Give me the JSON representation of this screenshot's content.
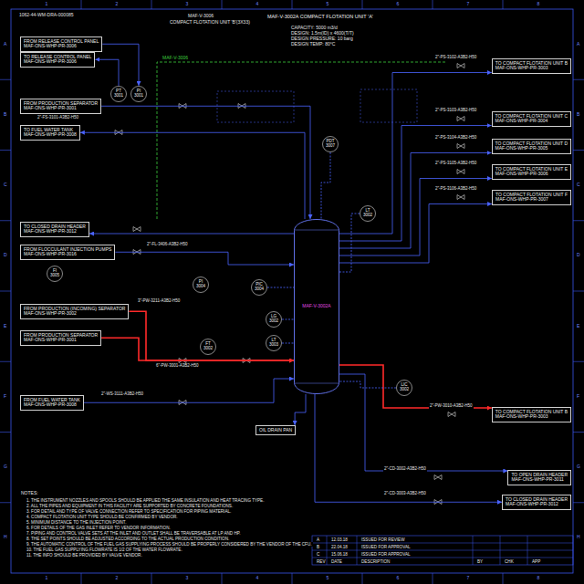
{
  "diagram": {
    "title": "MAF-V-3002A COMPACT FLOTATION UNIT 'A'",
    "nodes": [
      {
        "text": [
          "FROM RELEASE CONTROL PANEL",
          "MAF-ONS-WHP-PR-3006"
        ]
      },
      {
        "text": [
          "TO RELEASE CONTROL PANEL",
          "MAF-ONS-WHP-PR-3006"
        ]
      },
      {
        "text": [
          "FROM PRODUCTION SEPARATOR",
          "MAF-ONS-WHP-PR-3001"
        ]
      },
      {
        "text": [
          "TO FUEL WATER TANK",
          "MAF-ONS-WHP-PR-3008"
        ]
      },
      {
        "text": [
          "TO CLOSED DRAIN HEADER",
          "MAF-ONS-WHP-PR-3012"
        ]
      },
      {
        "text": [
          "FROM FLOCCULANT INJECTION PUMPS",
          "MAF-ONS-WHP-PR-3016"
        ]
      },
      {
        "text": [
          "FROM PRODUCTION (INCOMING) SEPARATOR",
          "MAF-ONS-WHP-PR-3002"
        ]
      },
      {
        "text": [
          "FROM PRODUCTION SEPARATOR",
          "MAF-ONS-WHP-PR-3001"
        ]
      },
      {
        "text": [
          "FROM FUEL WATER TANK",
          "MAF-ONS-WHP-PR-3008"
        ]
      },
      {
        "text": [
          "TO COMPACT FLOTATION UNIT B",
          "MAF-ONS-WHP-PR-3003"
        ]
      },
      {
        "text": [
          "TO COMPACT FLOTATION UNIT C",
          "MAF-ONS-WHP-PR-3004"
        ]
      },
      {
        "text": [
          "TO COMPACT FLOTATION UNIT D",
          "MAF-ONS-WHP-PR-3005"
        ]
      },
      {
        "text": [
          "TO COMPACT FLOTATION UNIT E",
          "MAF-ONS-WHP-PR-3006"
        ]
      },
      {
        "text": [
          "TO COMPACT FLOTATION UNIT F",
          "MAF-ONS-WHP-PR-3007"
        ]
      },
      {
        "text": [
          "TO COMPACT FLOTATION UNIT B",
          "MAF-ONS-WHP-PR-3003"
        ]
      },
      {
        "text": [
          "TO OPEN DRAIN HEADER",
          "MAF-ONS-WHP-PR-3011"
        ]
      },
      {
        "text": [
          "TO CLOSED DRAIN HEADER",
          "MAF-ONS-WHP-PR-3012"
        ]
      },
      {
        "text": [
          "MAF-V-3002A"
        ]
      },
      {
        "text": [
          "OIL DRAIN PAN"
        ]
      },
      {
        "text": [
          "PT 3001"
        ]
      },
      {
        "text": [
          "PI 3001"
        ]
      },
      {
        "text": [
          "FI 3005"
        ]
      },
      {
        "text": [
          "FT 3002"
        ]
      },
      {
        "text": [
          "LT 3003"
        ]
      },
      {
        "text": [
          "PI 3004"
        ]
      },
      {
        "text": [
          "LT 3002"
        ]
      },
      {
        "text": [
          "PDT 3007"
        ]
      },
      {
        "text": [
          "PIC 3004"
        ]
      },
      {
        "text": [
          "LIC 3002"
        ]
      },
      {
        "text": [
          "LG 3002"
        ]
      }
    ],
    "edges": [
      {
        "from": 6,
        "to": 17,
        "arrow": "to"
      },
      {
        "from": 7,
        "to": 17,
        "arrow": "to"
      },
      {
        "from": 8,
        "to": 17,
        "arrow": "to"
      },
      {
        "from": 5,
        "to": 17,
        "arrow": "to"
      },
      {
        "from": 17,
        "to": 4,
        "arrow": "to"
      },
      {
        "from": 2,
        "to": 17,
        "arrow": "to"
      },
      {
        "from": 17,
        "to": 3,
        "arrow": "to"
      },
      {
        "from": 17,
        "to": 9,
        "arrow": "to"
      },
      {
        "from": 17,
        "to": 10,
        "arrow": "to"
      },
      {
        "from": 17,
        "to": 11,
        "arrow": "to"
      },
      {
        "from": 17,
        "to": 12,
        "arrow": "to"
      },
      {
        "from": 17,
        "to": 13,
        "arrow": "to"
      },
      {
        "from": 17,
        "to": 14,
        "arrow": "to"
      },
      {
        "from": 17,
        "to": 15,
        "arrow": "to"
      },
      {
        "from": 17,
        "to": 16,
        "arrow": "to"
      },
      {
        "from": 17,
        "to": 18,
        "arrow": "to"
      },
      {
        "from": 19,
        "to": 1,
        "arrow": "to"
      },
      {
        "from": 0,
        "to": 20,
        "arrow": "to"
      },
      {
        "from": 25,
        "to": 17,
        "arrow": "none"
      },
      {
        "from": 29,
        "to": 17,
        "arrow": "none"
      },
      {
        "from": 23,
        "to": 17,
        "arrow": "none"
      },
      {
        "from": 28,
        "to": 17,
        "arrow": "none"
      },
      {
        "from": 27,
        "to": 17,
        "arrow": "none"
      },
      {
        "from": 26,
        "to": 17,
        "arrow": "none"
      }
    ],
    "labels": [
      "1062-44-WM-DRA-000085",
      "MAF-V-3006",
      "COMPACT FLOTATION UNIT 'B'(3X33)",
      "CAPACITY: 5000 m3/d",
      "DESIGN: 1.5m(ID) x 4600(T/T)",
      "DESIGN PRESSURE: 10 barg",
      "DESIGN TEMP: 80°C",
      "MAF-V-3006",
      "2\"-PS-3102-A3B2-H50",
      "2\"-PS-3103-A3B2-H50",
      "2\"-PS-3104-A3B2-H50",
      "2\"-PS-3105-A3B2-H50",
      "2\"-PS-3106-A3B2-H50",
      "2\"-FS-3101-A3B2-H50",
      "2\"-FL-3406-A3B2-H50",
      "3\"-PW-3211-A3B2-H50",
      "6\"-PW-3001-A3B2-H50",
      "2\"-WS-3111-A3B2-H50",
      "2\"-PW-3010-A3B2-H50",
      "2\"-CD-3002-A3B2-H50",
      "2\"-CD-3003-A3B2-H50",
      "NOTES:",
      "1. THE INSTRUMENT NOZZLES AND SPOOLS SHOULD BE APPLIED THE SAME INSULATION AND HEAT TRACING TYPE.",
      "2. ALL THE PIPES AND EQUIPMENT IN THIS FACILITY ARE SUPPORTED BY CONCRETE FOUNDATIONS.",
      "3. FOR DETAIL AND TYPE OF VALVE CONNECTION REFER TO SPECIFICATION FOR PIPING MATERIAL.",
      "4. COMPACT FLOTATION UNIT TYPE SHOULD BE CONFIRMED BY VENDOR.",
      "5. MINIMUM DISTANCE TO THE INJECTION POINT.",
      "6. FOR DETAILS OF THE GAS INLET REFER TO VENDOR INFORMATION.",
      "7. PIPING AND CONTROL VALVE SETS AT THE INLET AND OUTLET SHALL BE TRAVERSABLE AT LP AND HP.",
      "8. THE SET POINTS SHOULD BE ADJUSTED ACCORDING TO THE ACTUAL PRODUCTION CONDITION.",
      "9. THE AUTOMATIC CONTROL OF THE FUEL GAS SUPPLYING PROCESS SHOULD BE PROPERLY CONSIDERED BY THE VENDOR OF THE CFU.",
      "10. THE FUEL GAS SUPPLYING FLOWRATE IS 1/2 OF THE WATER FLOWRATE.",
      "11. THE INFO SHOULD BE PROVIDED BY VALVE VENDOR.",
      "A",
      "12.03.18",
      "ISSUED FOR REVIEW",
      "B",
      "22.04.18",
      "ISSUED FOR APPROVAL",
      "C",
      "15.06.18",
      "ISSUED FOR APPROVAL",
      "REV",
      "DATE",
      "DESCRIPTION",
      "BY",
      "CHK",
      "APP",
      "1",
      "2",
      "3",
      "4",
      "5",
      "6",
      "7",
      "8",
      "1",
      "2",
      "3",
      "4",
      "5",
      "6",
      "7",
      "8",
      "A",
      "B",
      "C",
      "D",
      "E",
      "F",
      "G",
      "H",
      "A",
      "B",
      "C",
      "D",
      "E",
      "F",
      "G",
      "H"
    ]
  }
}
